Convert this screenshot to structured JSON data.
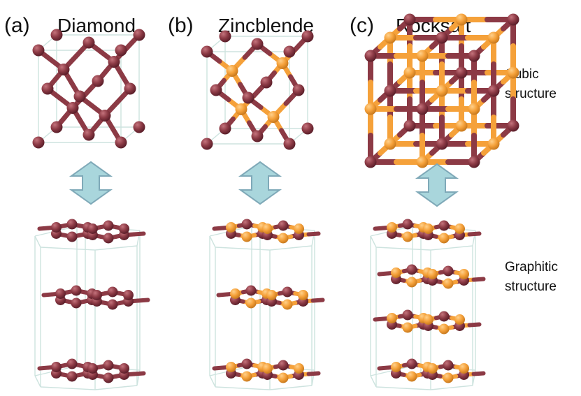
{
  "panels": [
    {
      "label": "(a)",
      "title": "Diamond",
      "atoms": "single-species",
      "arrow": "double-headed"
    },
    {
      "label": "(b)",
      "title": "Zincblende",
      "atoms": "two-species",
      "arrow": "double-headed"
    },
    {
      "label": "(c)",
      "title": "Rocksalt",
      "atoms": "two-species",
      "arrow": "double-headed"
    }
  ],
  "side_labels": {
    "cubic": [
      "Cubic",
      "structure"
    ],
    "graphitic": [
      "Graphitic",
      "structure"
    ]
  },
  "colors": {
    "atom_a": "#8c3a45",
    "atom_b": "#f5a13a",
    "cell_edge": "#cde3df",
    "arrow_fill": "#a9d6dc",
    "arrow_stroke": "#7fa9b8"
  }
}
